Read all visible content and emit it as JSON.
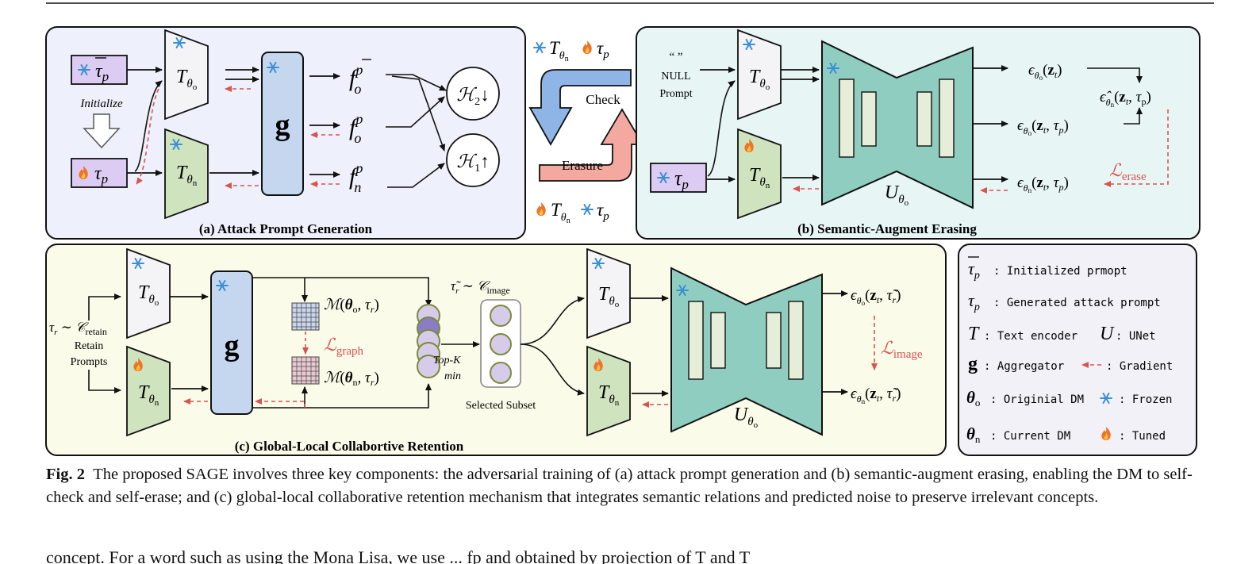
{
  "panels": {
    "a": {
      "title": "(a) Attack Prompt Generation",
      "initialize": "Initialize",
      "aggregator": "g"
    },
    "b": {
      "title": "(b) Semantic-Augment Erasing",
      "null_prompt_quote": "“ ”",
      "null_prompt_line1": "NULL",
      "null_prompt_line2": "Prompt"
    },
    "c": {
      "title": "(c) Global-Local Collabortive Retention",
      "retain_line1": "Retain",
      "retain_line2": "Prompts",
      "topk_line1": "Top-K",
      "topk_line2": "min",
      "selected_subset": "Selected Subset",
      "aggregator": "g"
    },
    "center": {
      "check": "Check",
      "erasure": "Erasure"
    }
  },
  "legend": [
    {
      "symbol": "τ̄p",
      "text": ": Initialized prmopt"
    },
    {
      "symbol": "τp",
      "text": ": Generated attack prompt"
    },
    {
      "symbol": "T",
      "text": ": Text encoder"
    },
    {
      "symbol": "U",
      "text": ": UNet"
    },
    {
      "symbol": "g",
      "text": ": Aggregator"
    },
    {
      "symbol": "gradient-arrow",
      "text": ": Gradient"
    },
    {
      "symbol": "θo",
      "text": ": Originial DM"
    },
    {
      "symbol": "snowflake",
      "text": ": Frozen"
    },
    {
      "symbol": "θn",
      "text": ": Current DM"
    },
    {
      "symbol": "flame",
      "text": ": Tuned"
    }
  ],
  "caption": {
    "label": "Fig. 2",
    "text": "The proposed SAGE involves three key components: the adversarial training of (a) attack prompt generation and (b) semantic-augment erasing, enabling the DM to self-check and self-erase; and (c) global-local collaborative retention mechanism that integrates semantic relations and predicted noise to preserve irrelevant concepts."
  },
  "tail_text": "concept. For a word such as using the Mona Lisa, we use ... fp and obtained by projection of T and T",
  "colors": {
    "panel_a_bg": "#eef0fb",
    "panel_b_bg": "#e8f5f5",
    "panel_c_bg": "#fbfbe9",
    "legend_bg": "#f3f1f8",
    "frozen_encoder": "#f4f4f6",
    "tuned_encoder": "#cfe3bf",
    "aggregator": "#c5d7ef",
    "unet": "#8fcdc0",
    "unet_block": "#e6edd9",
    "gradient": "#d9534f",
    "prompt_box": "#dcccf4"
  }
}
